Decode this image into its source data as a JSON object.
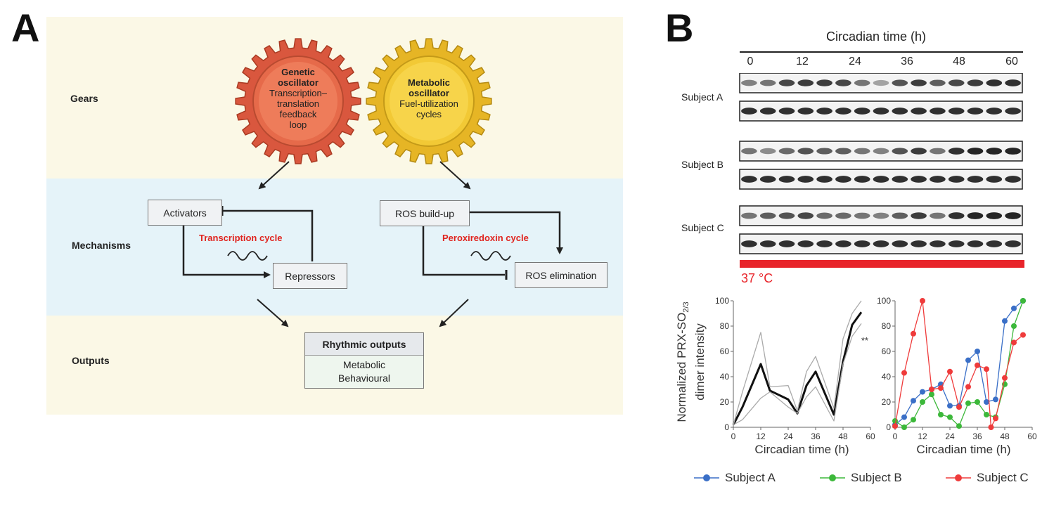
{
  "panel_a": {
    "letter": "A",
    "rows": {
      "gears": "Gears",
      "mechanisms": "Mechanisms",
      "outputs": "Outputs"
    },
    "genetic_gear": {
      "title1": "Genetic",
      "title2": "oscillator",
      "line1": "Transcription–",
      "line2": "translation",
      "line3": "feedback",
      "line4": "loop",
      "color": "#e2583a"
    },
    "metabolic_gear": {
      "title1": "Metabolic",
      "title2": "oscillator",
      "line1": "Fuel-utilization",
      "line2": "cycles",
      "color": "#f2c72e"
    },
    "activators": "Activators",
    "repressors": "Repressors",
    "transcription_cycle": "Transcription cycle",
    "ros_buildup": "ROS build-up",
    "ros_elimination": "ROS elimination",
    "peroxiredoxin_cycle": "Peroxiredoxin cycle",
    "outputs_box": {
      "title": "Rhythmic outputs",
      "line1": "Metabolic",
      "line2": "Behavioural"
    }
  },
  "panel_b": {
    "letter": "B",
    "blot_title": "Circadian time (h)",
    "blot_ticks": [
      "0",
      "12",
      "24",
      "36",
      "48",
      "60"
    ],
    "subjects": [
      "Subject A",
      "Subject B",
      "Subject C"
    ],
    "temperature": "37 °C",
    "temperature_color": "#e8242a",
    "y_label": "Normalized PRX-SO",
    "y_label_sub": "2/3",
    "y_label2": "dimer intensity",
    "sig_mark": "**",
    "legend": [
      "Subject A",
      "Subject B",
      "Subject C"
    ]
  },
  "chart_data": [
    {
      "type": "line",
      "title": "",
      "xlabel": "Circadian time (h)",
      "ylabel": "Normalized PRX-SO2/3 dimer intensity",
      "xlim": [
        0,
        60
      ],
      "ylim": [
        0,
        100
      ],
      "x_ticks": [
        0,
        12,
        24,
        36,
        48,
        60
      ],
      "y_ticks": [
        0,
        20,
        40,
        60,
        80,
        100
      ],
      "x": [
        0,
        4,
        12,
        16,
        24,
        28,
        32,
        36,
        44,
        48,
        52,
        56
      ],
      "series": [
        {
          "values": [
            2,
            16,
            50,
            29,
            22,
            11,
            33,
            44,
            10,
            52,
            81,
            91
          ],
          "color": "#111111",
          "role": "mean"
        },
        {
          "values": [
            2,
            6,
            23,
            28,
            16,
            11,
            24,
            32,
            5,
            50,
            72,
            82
          ],
          "color": "#aaaaaa",
          "role": "lower"
        },
        {
          "values": [
            2,
            28,
            75,
            32,
            33,
            13,
            44,
            56,
            15,
            70,
            90,
            100
          ],
          "color": "#aaaaaa",
          "role": "upper"
        }
      ]
    },
    {
      "type": "line",
      "title": "",
      "xlabel": "Circadian time (h)",
      "ylabel": "",
      "xlim": [
        0,
        60
      ],
      "ylim": [
        0,
        100
      ],
      "x_ticks": [
        0,
        12,
        24,
        36,
        48,
        60
      ],
      "y_ticks": [
        0,
        20,
        40,
        60,
        80,
        100
      ],
      "series": [
        {
          "name": "Subject A",
          "color": "#3a6fc7",
          "x": [
            0,
            4,
            8,
            12,
            16,
            20,
            24,
            28,
            32,
            36,
            40,
            44,
            48,
            52,
            56
          ],
          "values": [
            2,
            8,
            21,
            28,
            30,
            34,
            17,
            17,
            53,
            60,
            20,
            22,
            84,
            94,
            100
          ]
        },
        {
          "name": "Subject B",
          "color": "#3cb83a",
          "x": [
            0,
            4,
            8,
            12,
            16,
            20,
            24,
            28,
            32,
            36,
            40,
            44,
            48,
            52,
            56
          ],
          "values": [
            5,
            0,
            6,
            20,
            26,
            10,
            8,
            1,
            19,
            20,
            10,
            8,
            34,
            80,
            100
          ]
        },
        {
          "name": "Subject C",
          "color": "#ef3b3b",
          "x": [
            0,
            4,
            8,
            12,
            16,
            20,
            24,
            28,
            32,
            36,
            40,
            42,
            44,
            48,
            52,
            56
          ],
          "values": [
            1,
            43,
            74,
            100,
            30,
            31,
            44,
            16,
            32,
            49,
            46,
            0,
            7,
            39,
            67,
            73
          ]
        }
      ]
    }
  ]
}
